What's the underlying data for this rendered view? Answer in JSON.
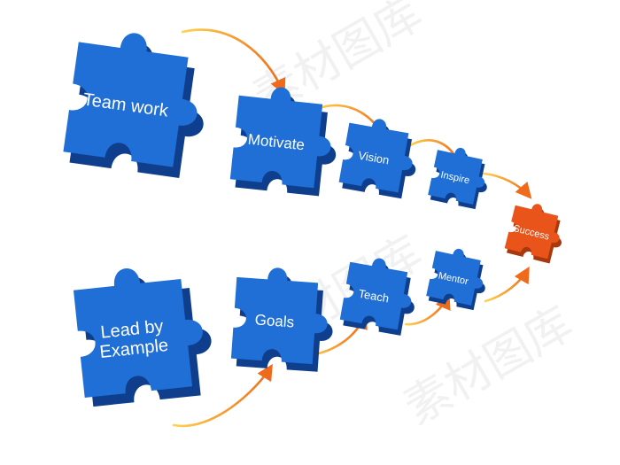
{
  "diagram": {
    "nodes": [
      {
        "id": "teamwork",
        "label": "Team work",
        "color": "#1f6fd6"
      },
      {
        "id": "motivate",
        "label": "Motivate",
        "color": "#1f6fd6"
      },
      {
        "id": "vision",
        "label": "Vision",
        "color": "#1f6fd6"
      },
      {
        "id": "inspire",
        "label": "Inspire",
        "color": "#1f6fd6"
      },
      {
        "id": "success",
        "label": "Success",
        "color": "#e8541a"
      },
      {
        "id": "lead",
        "label": "Lead by\nExample",
        "color": "#1f6fd6"
      },
      {
        "id": "goals",
        "label": "Goals",
        "color": "#1f6fd6"
      },
      {
        "id": "teach",
        "label": "Teach",
        "color": "#1f6fd6"
      },
      {
        "id": "mentor",
        "label": "Mentor",
        "color": "#1f6fd6"
      }
    ],
    "edges": [
      {
        "from": "teamwork",
        "to": "motivate"
      },
      {
        "from": "motivate",
        "to": "vision"
      },
      {
        "from": "vision",
        "to": "inspire"
      },
      {
        "from": "inspire",
        "to": "success"
      },
      {
        "from": "lead",
        "to": "goals"
      },
      {
        "from": "goals",
        "to": "teach"
      },
      {
        "from": "teach",
        "to": "mentor"
      },
      {
        "from": "mentor",
        "to": "success"
      }
    ],
    "arrow_color": "#f39a1e"
  },
  "watermark": {
    "text": "素材图库"
  }
}
